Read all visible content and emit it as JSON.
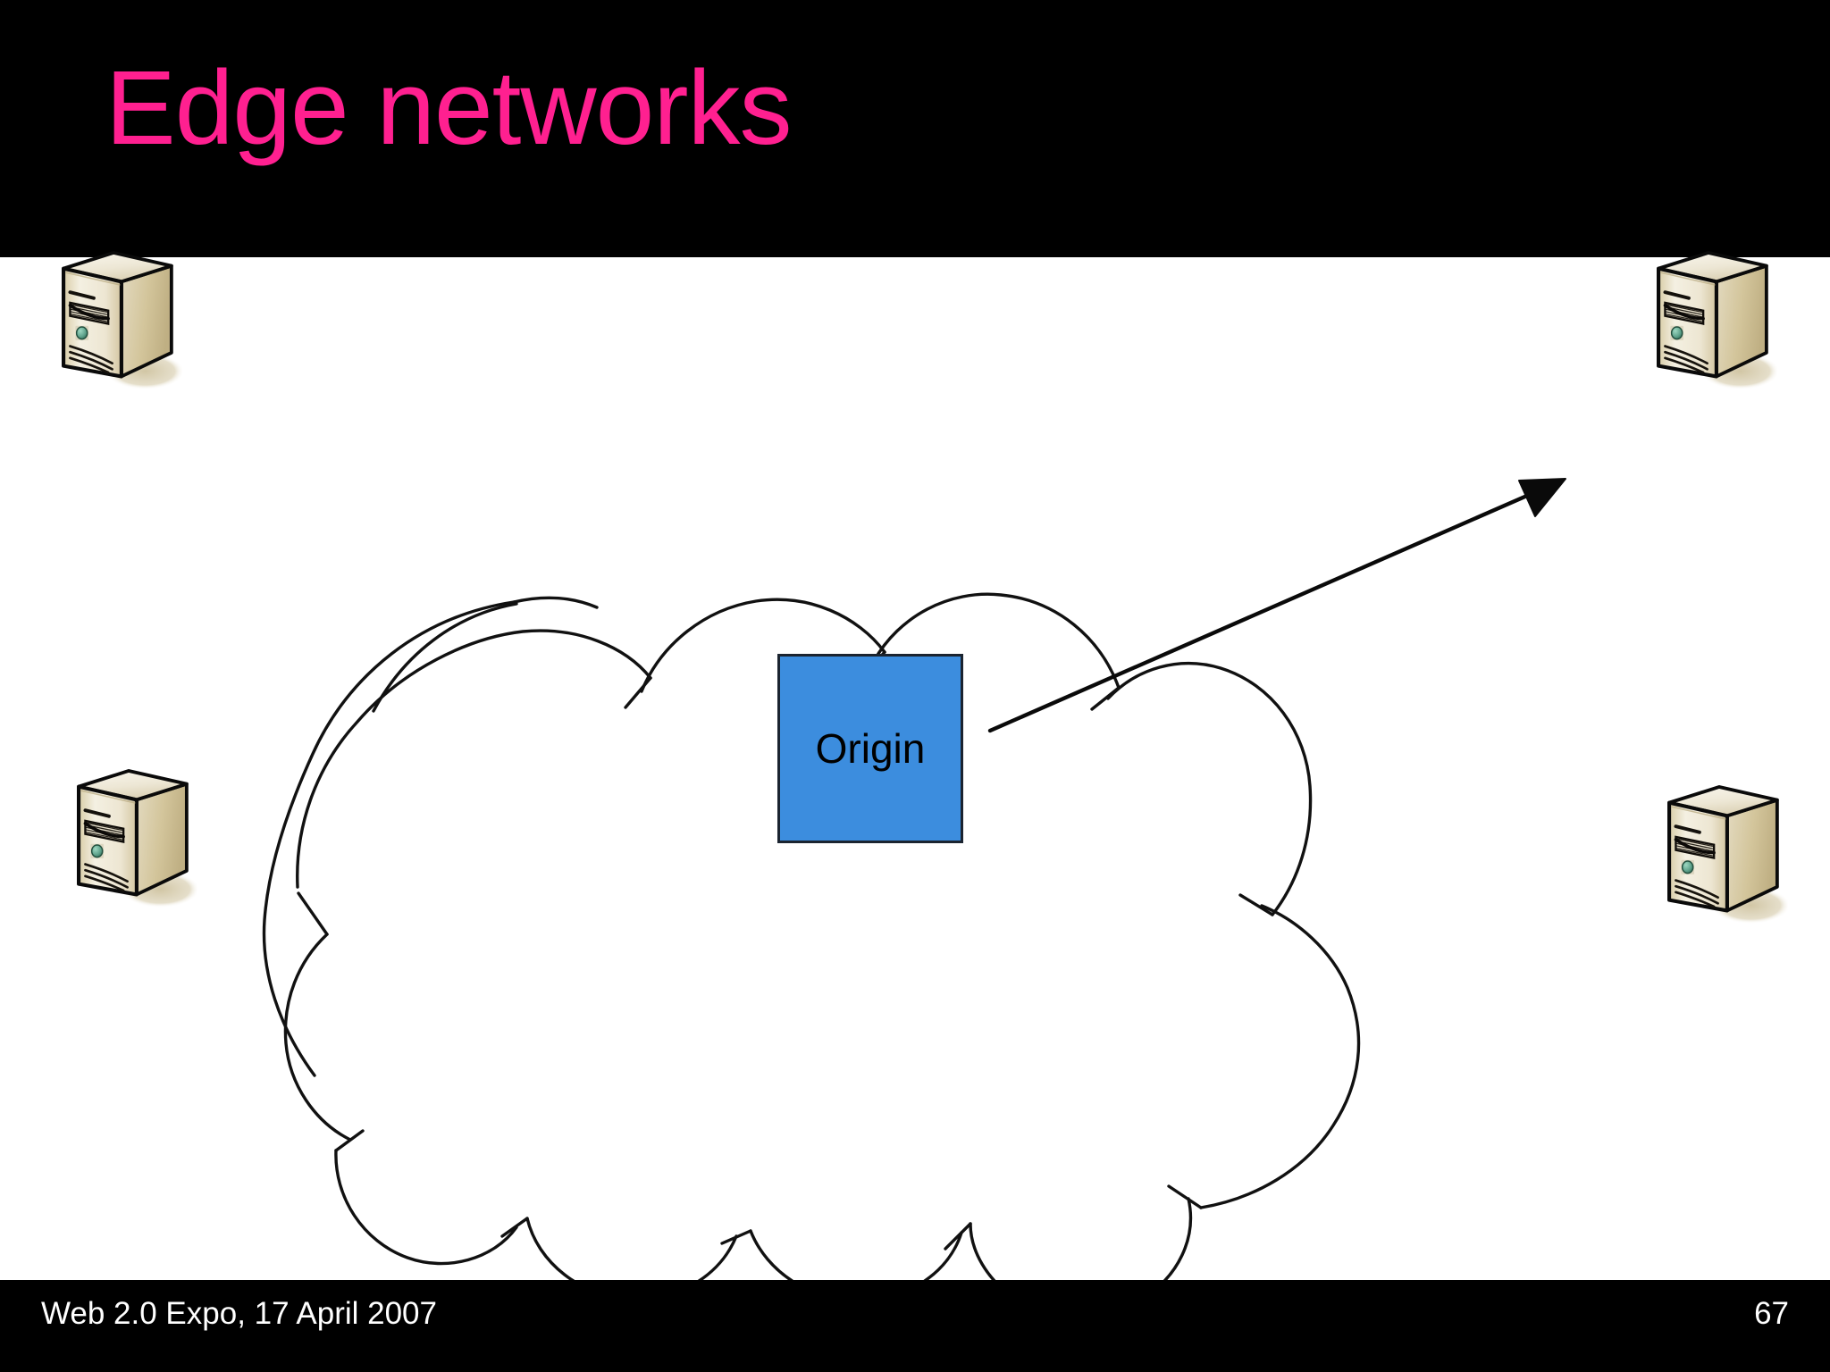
{
  "slide": {
    "title": "Edge networks",
    "title_color": "#FF2090",
    "header_background": "#000000",
    "body_background": "#FFFFFF",
    "page_number": "67"
  },
  "footer": {
    "event_text": "Web 2.0 Expo, 17 April 2007",
    "page_number": "67",
    "text_color": "#FFFFFF"
  },
  "diagram": {
    "cloud": {
      "name": "network-cloud",
      "stroke_color": "#000000",
      "fill_color": "#FFFFFF"
    },
    "origin": {
      "label": "Origin",
      "fill_color": "#3C8DDE",
      "border_color": "#1B2430",
      "text_color": "#000000"
    },
    "arrow": {
      "name": "origin-to-edge-arrow",
      "color": "#000000",
      "from": "origin-box",
      "to": "edge-server-top-right"
    },
    "servers": [
      {
        "position": "top-left",
        "label": ""
      },
      {
        "position": "top-right",
        "label": ""
      },
      {
        "position": "bottom-left",
        "label": ""
      },
      {
        "position": "bottom-right",
        "label": ""
      }
    ],
    "server_colors": {
      "outline": "#0A0A0A",
      "front_light": "#F2EEDC",
      "front_dark": "#CFC29B",
      "side": "#CDBE96",
      "top": "#EFEADB",
      "led": "#5FA38C",
      "shadow": "#D8CEB0"
    }
  }
}
